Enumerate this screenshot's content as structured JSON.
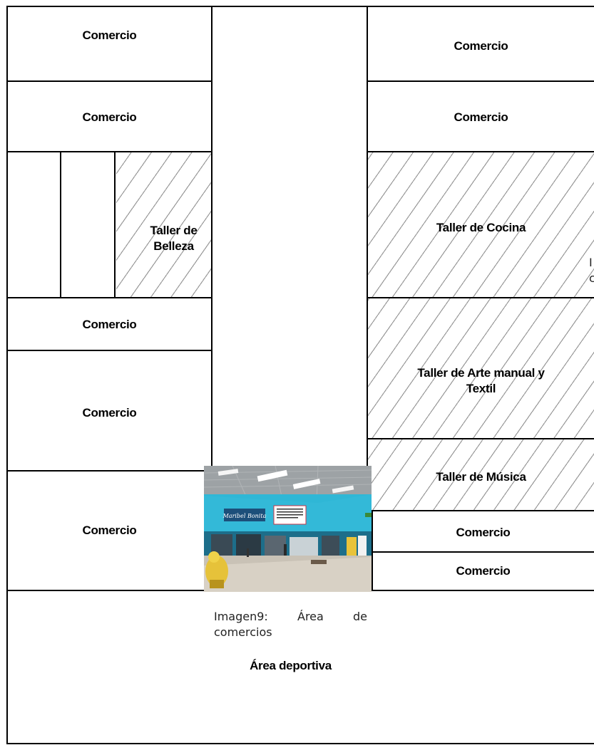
{
  "rooms": {
    "left_comercio_1": "Comercio",
    "left_comercio_2": "Comercio",
    "left_comercio_3": "Comercio",
    "left_comercio_4": "Comercio",
    "left_comercio_5": "Comercio",
    "right_comercio_1": "Comercio",
    "right_comercio_2": "Comercio",
    "right_comercio_3": "Comercio",
    "right_comercio_4": "Comercio",
    "taller_belleza_line1": "Taller de",
    "taller_belleza_line2": "Belleza",
    "taller_cocina": "Taller de Cocina",
    "taller_arte_line1": "Taller de Arte manual y",
    "taller_arte_line2": "Textil",
    "taller_musica": "Taller de Música",
    "area_deportiva": "Área deportiva"
  },
  "caption": {
    "line1": "Imagen9: Área de",
    "line2": "comercios"
  },
  "photo": {
    "sign_text": "Maribel Bonita"
  },
  "clipped_text": {
    "line1": "I",
    "line2": "c"
  },
  "colors": {
    "wall_line": "#000000",
    "hatch": "#9a9a9a",
    "photo_wall": "#2fb7d6"
  }
}
